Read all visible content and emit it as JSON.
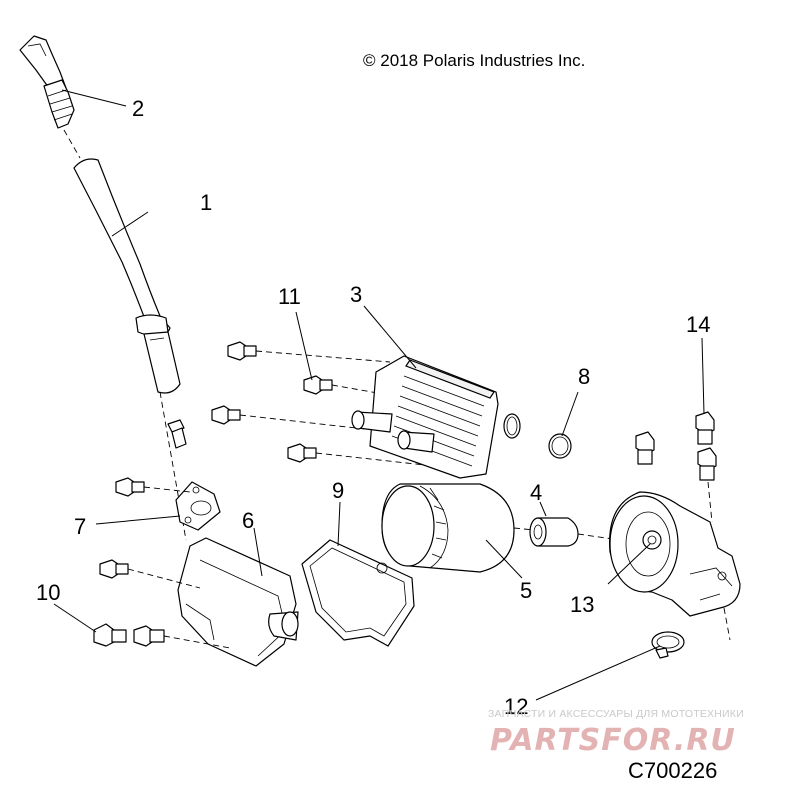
{
  "copyright": "© 2018 Polaris Industries Inc.",
  "diagram_code": "C700226",
  "watermark": {
    "tagline": "ЗАПЧАСТИ И АКСЕССУАРЫ ДЛЯ МОТОТЕХНИКИ",
    "brand": "PARTSFOR.RU"
  },
  "callouts": [
    "1",
    "2",
    "3",
    "4",
    "5",
    "6",
    "7",
    "8",
    "9",
    "10",
    "11",
    "12",
    "13",
    "14"
  ],
  "colors": {
    "line": "#000000",
    "background": "#ffffff",
    "watermark_brand": "#e3b3b3"
  }
}
